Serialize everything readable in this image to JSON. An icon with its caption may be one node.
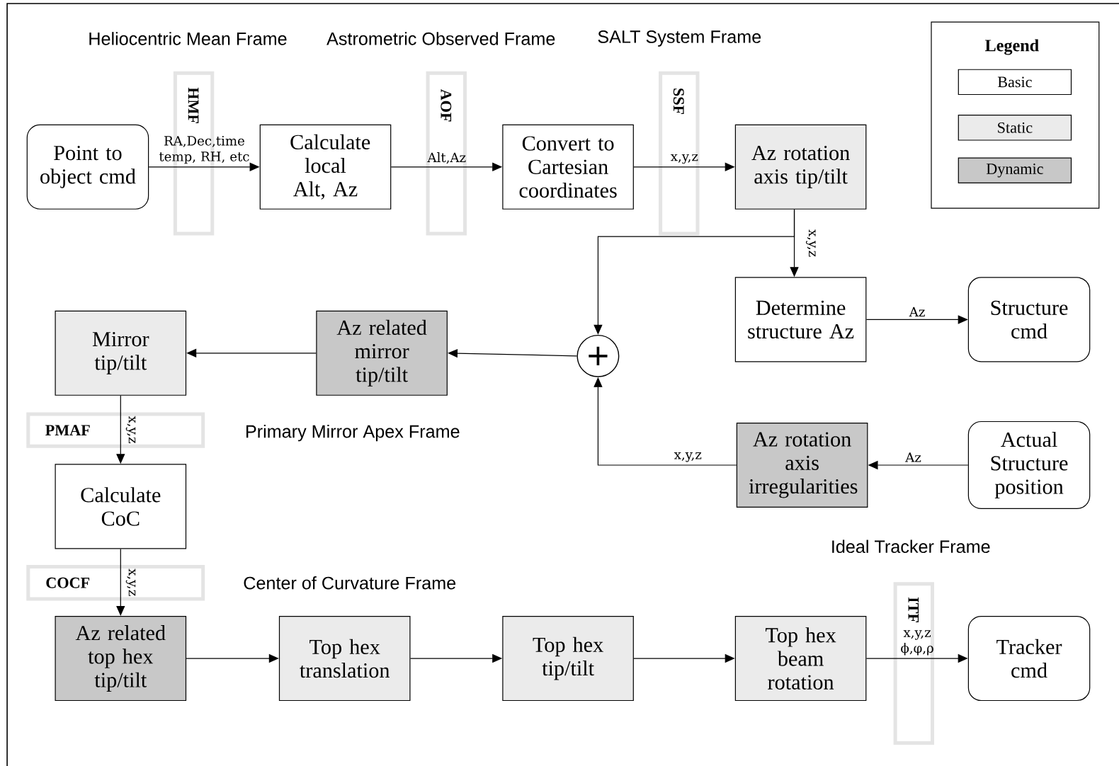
{
  "diagram": {
    "nodes": [
      {
        "text": [
          "Point to object cmd"
        ]
      },
      {
        "text": [
          "Calculate local Alt, Az"
        ]
      },
      {
        "text": [
          "Convert to Cartesian coordinates"
        ]
      },
      {
        "text": [
          "Az rotation axis tip/tilt"
        ]
      },
      {
        "text": [
          "Determine structure Az"
        ]
      },
      {
        "text": [
          "Structure cmd"
        ]
      },
      {
        "text": [],
        "shape": "circle"
      },
      {
        "text": [
          "Az related mirror tip/tilt"
        ]
      },
      {
        "text": [
          "Mirror tip/tilt"
        ]
      },
      {
        "text": [
          "Az rotation axis irregularities"
        ]
      },
      {
        "text": [
          "Actual Structure position"
        ]
      },
      {
        "text": [
          "Calculate CoC"
        ]
      },
      {
        "text": [
          "Az related top hex tip/tilt"
        ]
      },
      {
        "text": [
          "Top hex translation"
        ]
      },
      {
        "text": [
          "Top hex tip/tilt"
        ]
      },
      {
        "text": [
          "Top hex beam rotation"
        ]
      },
      {
        "text": [
          "Tracker cmd"
        ]
      }
    ],
    "edges": [
      {
        "from": 0,
        "to": 1,
        "arrow": "to",
        "label": "RA,Dec,time temp, RH, etc"
      },
      {
        "from": 1,
        "to": 2,
        "arrow": "to",
        "label": "Alt,Az"
      },
      {
        "from": 2,
        "to": 3,
        "arrow": "to",
        "label": "x,y,z"
      },
      {
        "from": 3,
        "to": 4,
        "arrow": "to",
        "label": "x,y,z"
      },
      {
        "from": 3,
        "to": 6,
        "arrow": "to"
      },
      {
        "from": 4,
        "to": 5,
        "arrow": "to",
        "label": "Az"
      },
      {
        "from": 10,
        "to": 9,
        "arrow": "to",
        "label": "Az"
      },
      {
        "from": 9,
        "to": 6,
        "arrow": "to",
        "label": "x,y,z"
      },
      {
        "from": 6,
        "to": 7,
        "arrow": "to"
      },
      {
        "from": 7,
        "to": 8,
        "arrow": "to"
      },
      {
        "from": 8,
        "to": 11,
        "arrow": "to",
        "label": "x,y,z"
      },
      {
        "from": 11,
        "to": 12,
        "arrow": "to",
        "label": "x,y,z"
      },
      {
        "from": 12,
        "to": 13,
        "arrow": "to"
      },
      {
        "from": 13,
        "to": 14,
        "arrow": "to"
      },
      {
        "from": 14,
        "to": 15,
        "arrow": "to"
      },
      {
        "from": 15,
        "to": 16,
        "arrow": "to",
        "label": "x,y,z ϕ,φ,ρ"
      }
    ],
    "labels": [
      "Heliocentric Mean Frame",
      "Astrometric Observed Frame",
      "SALT System Frame",
      "Legend",
      "HMF",
      "AOF",
      "SSF",
      "PMAF",
      "Primary Mirror Apex Frame",
      "Ideal Tracker Frame",
      "COCF",
      "Center of Curvature Frame",
      "ITF"
    ],
    "legend": [
      {
        "text": "Basic"
      },
      {
        "text": "Static",
        "color": "#ebebeb"
      },
      {
        "text": "Dynamic",
        "color": "#c8c8c8"
      }
    ]
  }
}
